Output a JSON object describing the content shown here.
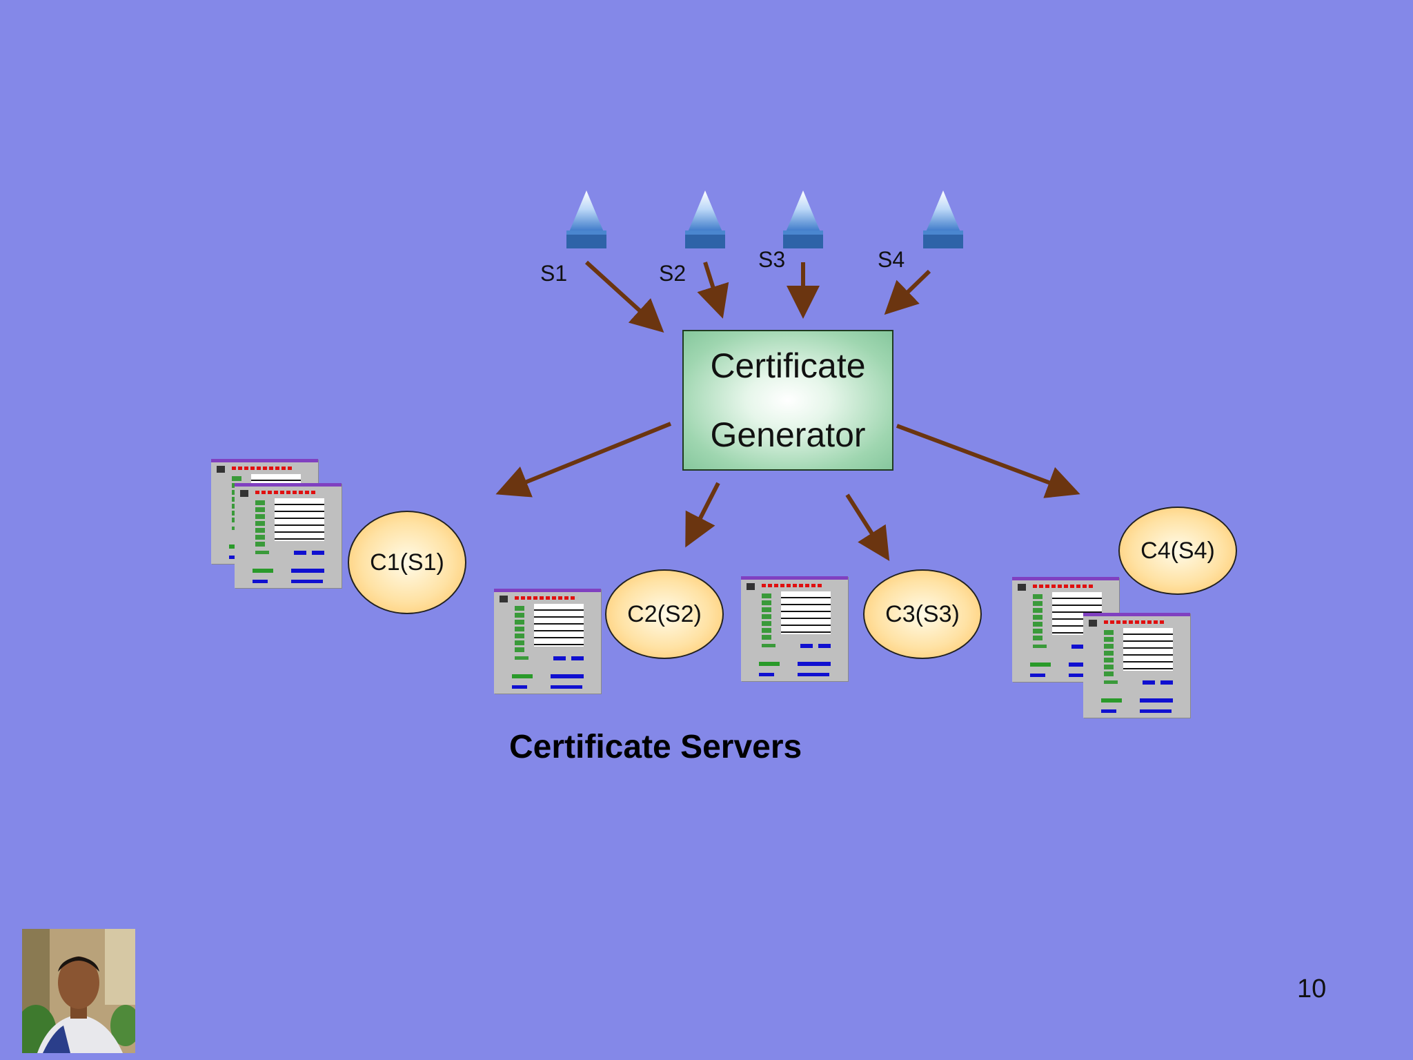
{
  "slide": {
    "background": "#8488e8",
    "page_number": "10",
    "caption": "Certificate Servers"
  },
  "sources": [
    {
      "label": "S1"
    },
    {
      "label": "S2"
    },
    {
      "label": "S3"
    },
    {
      "label": "S4"
    }
  ],
  "generator": {
    "line1": "Certificate",
    "line2": "Generator"
  },
  "certificates": [
    {
      "label": "C1(S1)"
    },
    {
      "label": "C2(S2)"
    },
    {
      "label": "C3(S3)"
    },
    {
      "label": "C4(S4)"
    }
  ],
  "colors": {
    "arrow": "#6b3510",
    "source_cone": "#3a78c8",
    "generator_fill": "#9fd6b0",
    "certificate_fill": "#ffc25c"
  }
}
